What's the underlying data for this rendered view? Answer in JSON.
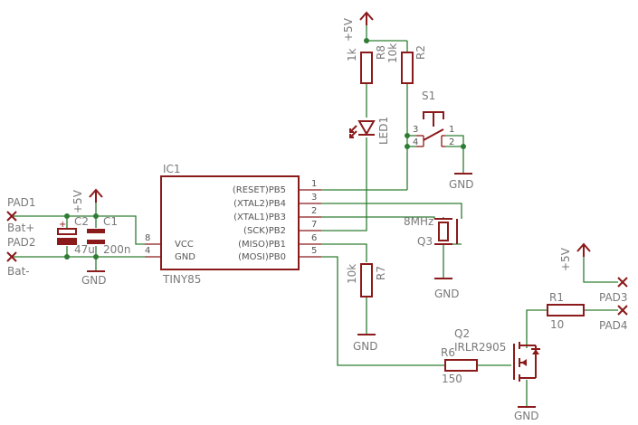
{
  "ic": {
    "name": "IC1",
    "value": "TINY85",
    "pins_left": [
      {
        "label": "VCC",
        "num": "8"
      },
      {
        "label": "GND",
        "num": "4"
      }
    ],
    "pins_right": [
      {
        "label": "(RESET)PB5",
        "num": "1"
      },
      {
        "label": "(XTAL2)PB4",
        "num": "3"
      },
      {
        "label": "(XTAL1)PB3",
        "num": "2"
      },
      {
        "label": "(SCK)PB2",
        "num": "7"
      },
      {
        "label": "(MISO)PB1",
        "num": "6"
      },
      {
        "label": "(MOSI)PB0",
        "num": "5"
      }
    ]
  },
  "pads": {
    "pad1": "PAD1",
    "pad2": "PAD2",
    "pad3": "PAD3",
    "pad4": "PAD4",
    "bat_plus": "Bat+",
    "bat_minus": "Bat-"
  },
  "supply": {
    "vcc": "+5V",
    "gnd": "GND"
  },
  "parts": {
    "c2_name": "C2",
    "c2_value": "47u",
    "c1_name": "C1",
    "c1_value": "200n",
    "r8_name": "R8",
    "r8_value": "1k",
    "r2_name": "R2",
    "r2_value": "10k",
    "led_name": "LED1",
    "s1_name": "S1",
    "s1_pins": [
      "3",
      "4",
      "1",
      "2"
    ],
    "q3_name": "Q3",
    "q3_value": "8MHz",
    "r7_name": "R7",
    "r7_value": "10k",
    "r6_name": "R6",
    "r6_value": "150",
    "q2_name": "Q2",
    "q2_value": "IRLR2905",
    "r1_name": "R1",
    "r1_value": "10"
  },
  "colors": {
    "part": "#8b1a1a",
    "wire": "#2e7d32",
    "text": "#7a7a7a",
    "background": "#ffffff"
  }
}
